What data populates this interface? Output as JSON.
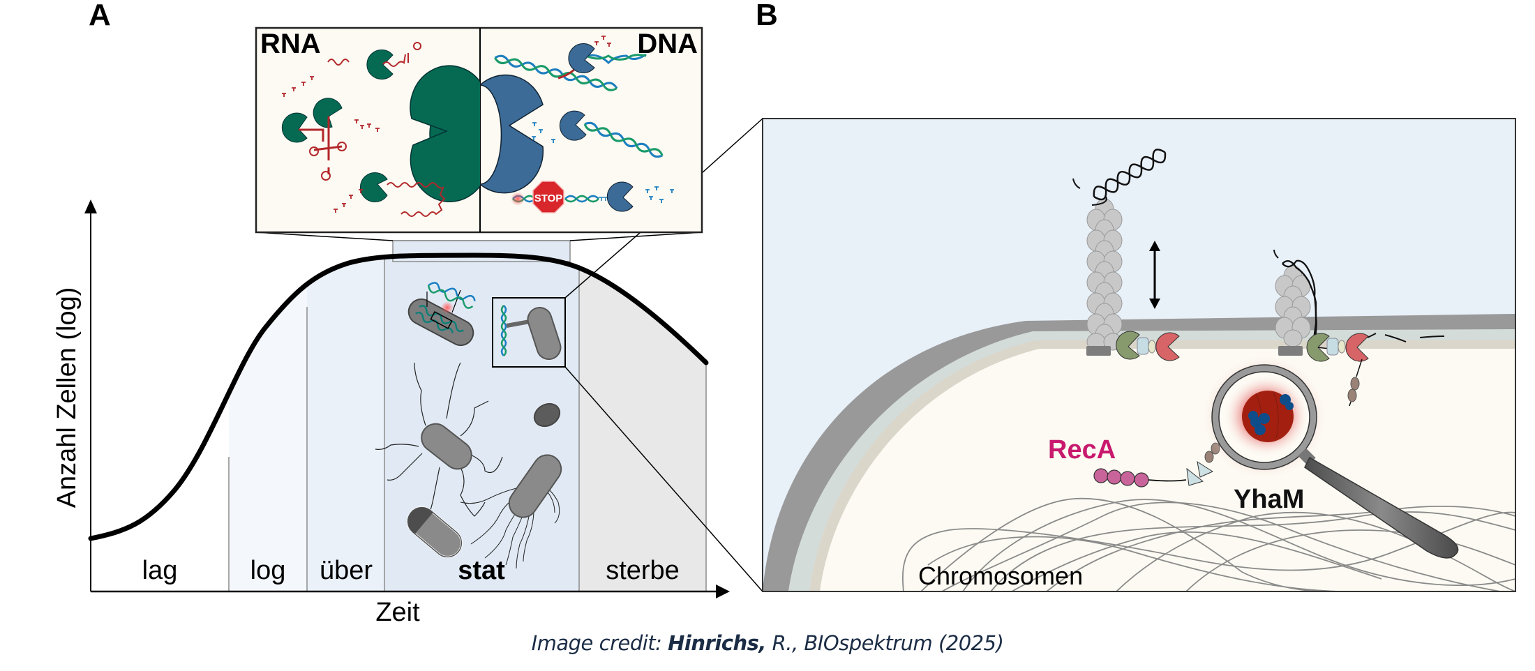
{
  "panel_a": {
    "letter": "A",
    "inset": {
      "left_title": "RNA",
      "right_title": "DNA",
      "stop_sign_text": "STOP"
    },
    "y_axis_label": "Anzahl Zellen (log)",
    "x_axis_label": "Zeit",
    "phases": [
      {
        "label": "lag",
        "bold": false
      },
      {
        "label": "log",
        "bold": false
      },
      {
        "label": "über",
        "bold": false
      },
      {
        "label": "stat",
        "bold": true
      },
      {
        "label": "sterbe",
        "bold": false
      }
    ]
  },
  "panel_b": {
    "letter": "B",
    "labels": {
      "reca": "RecA",
      "yham": "YhaM",
      "chromosome": "Chromosomen"
    }
  },
  "credit": {
    "prefix": "Image credit: ",
    "author": "Hinrichs,",
    "suffix": " R., BIOspektrum (2025)"
  },
  "colors": {
    "rnase_green": "#066a53",
    "dnase_blue": "#3b6b96",
    "rna_red": "#b3262a",
    "reca_magenta": "#c8196e",
    "stop_red": "#d8262b",
    "inset_bg": "#fcfaf2",
    "cell_interior": "#fcfaf2",
    "extracellular": "#e8f0f8",
    "stat_phase": "#e1eaf4",
    "death_phase": "#e8e8e8"
  },
  "chart_data": {
    "type": "line",
    "title": "",
    "xlabel": "Zeit",
    "ylabel": "Anzahl Zellen (log)",
    "categories": [
      "lag",
      "log",
      "über",
      "stat",
      "sterbe"
    ],
    "x": [
      0,
      0.1,
      0.2,
      0.3,
      0.4,
      0.5,
      0.6,
      0.7,
      0.8,
      0.9,
      1.0
    ],
    "values": [
      0.1,
      0.15,
      0.32,
      0.62,
      0.85,
      0.92,
      0.93,
      0.93,
      0.88,
      0.72,
      0.53
    ],
    "ylim": [
      0,
      1
    ],
    "grid": false
  }
}
